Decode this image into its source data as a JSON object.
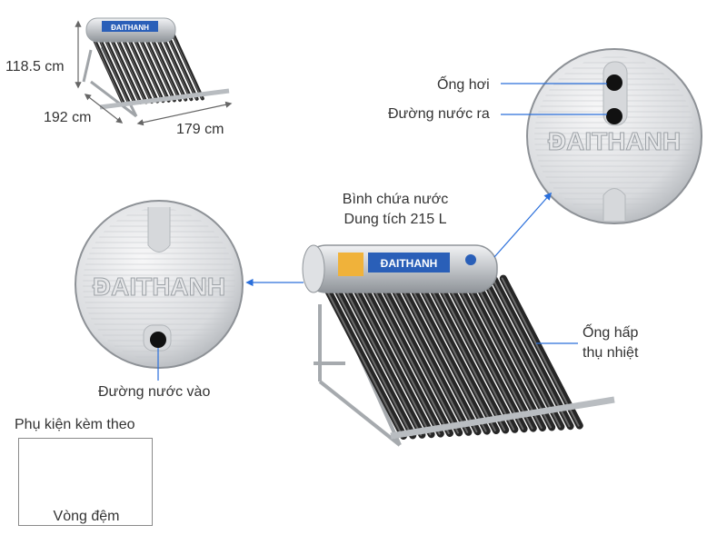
{
  "dimensions": {
    "height": "118.5 cm",
    "depth": "192 cm",
    "width": "179 cm"
  },
  "tank": {
    "line1": "Bình chứa nước",
    "line2": "Dung tích 215 L",
    "brand": "ĐAITHANH"
  },
  "callouts": {
    "steam_pipe": "Ống hơi",
    "water_out": "Đường nước ra",
    "water_in": "Đường nước vào",
    "tubes_line1": "Ống hấp",
    "tubes_line2": "thụ nhiệt"
  },
  "end_cap": {
    "brand": "ĐAITHANH"
  },
  "accessories": {
    "title": "Phụ kiện kèm theo",
    "item": "Vòng đệm"
  },
  "colors": {
    "arrow": "#2a6fdb",
    "steel": "#c9ccd0",
    "tube": "#2b2b2b"
  }
}
